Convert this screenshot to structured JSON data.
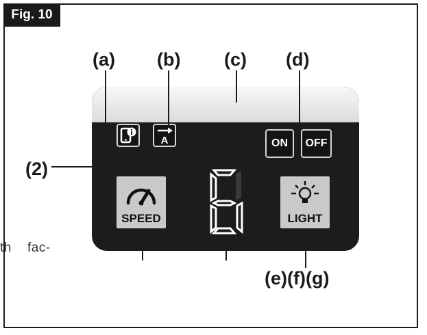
{
  "figure": {
    "tag": "Fig. 10"
  },
  "callouts": {
    "a": "(a)",
    "b": "(b)",
    "c": "(c)",
    "d": "(d)",
    "panel": "(2)",
    "efg": "(e)(f)(g)"
  },
  "panel": {
    "on_label": "ON",
    "off_label": "OFF",
    "speed_label": "SPEED",
    "digit": "6",
    "light_label": "LIGHT"
  },
  "side_text": "th    fac-",
  "colors": {
    "panel_bg": "#1c1c1c",
    "button_grey": "#c9c9c9",
    "ink": "#1a1a1a"
  }
}
